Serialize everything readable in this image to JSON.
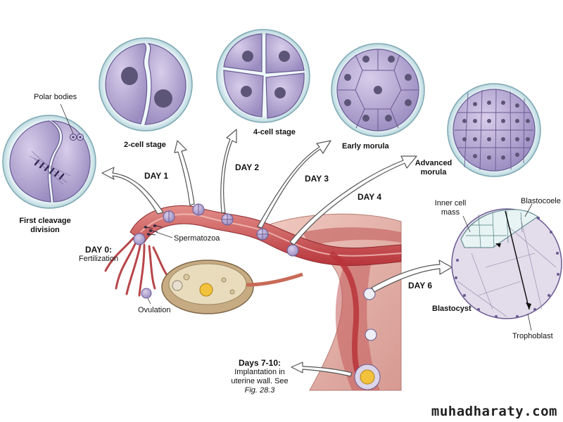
{
  "labels": {
    "polar_bodies": "Polar bodies",
    "first_cleavage": [
      "First cleavage",
      "division"
    ],
    "two_cell": "2-cell stage",
    "four_cell": "4-cell stage",
    "early_morula": "Early morula",
    "advanced_morula": [
      "Advanced",
      "morula"
    ],
    "day0": "DAY 0:",
    "fertilization": "Fertilization",
    "spermatozoa": "Spermatozoa",
    "ovulation": "Ovulation",
    "day1": "DAY 1",
    "day2": "DAY 2",
    "day3": "DAY 3",
    "day4": "DAY 4",
    "day6": "DAY 6",
    "inner_cell_mass": [
      "Inner cell",
      "mass"
    ],
    "blastocoele": "Blastocoele",
    "blastocyst": "Blastocyst",
    "trophoblast": "Trophoblast",
    "days_7_10": "Days 7-10:",
    "implantation": [
      "Implantation in",
      "uterine wall. See",
      "Fig. 28.3"
    ]
  },
  "watermark": "muhadharaty.com",
  "colors": {
    "cell_fill": "#b9acd6",
    "cell_edge": "#6a5a92",
    "nucleus": "#5d5577",
    "zona": "#d6ecf0",
    "tube": "#c8474a",
    "tube_light": "#e9a7a5",
    "uterus_wall": "#e7b7ae",
    "ovary": "#c9b48f",
    "icm": "#e7f4f3"
  }
}
